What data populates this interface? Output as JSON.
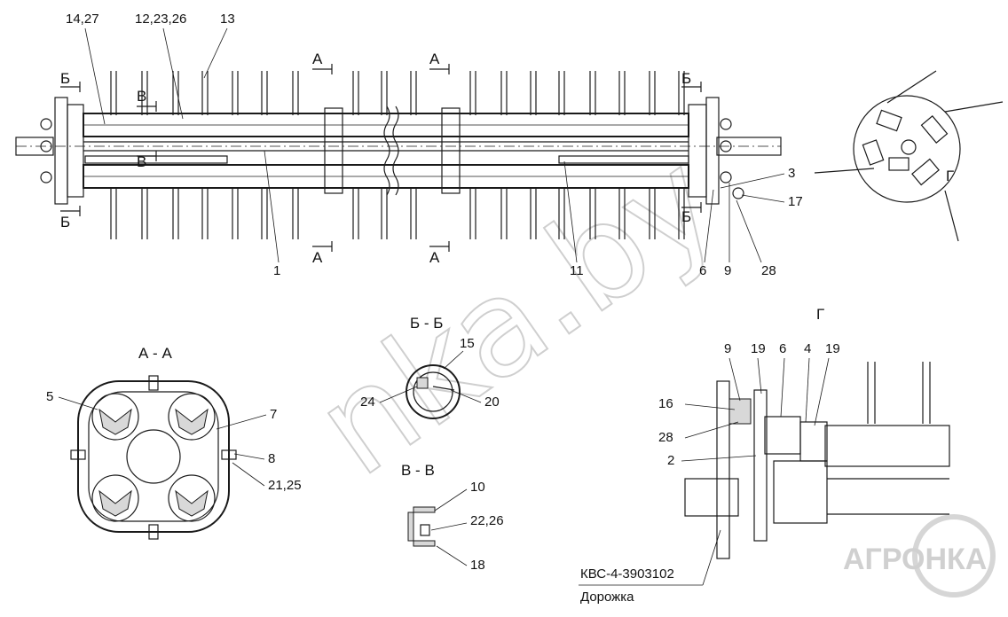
{
  "labels": {
    "top": [
      "14,27",
      "12,23,26",
      "13"
    ],
    "right": [
      "3",
      "17",
      "28",
      "9",
      "6"
    ],
    "bottom": [
      "1",
      "11"
    ],
    "aa": [
      "5",
      "7",
      "8",
      "21,25"
    ],
    "bb": [
      "15",
      "24",
      "20"
    ],
    "vv": [
      "10",
      "22,26",
      "18"
    ],
    "g": [
      "9",
      "19",
      "6",
      "4",
      "19",
      "16",
      "28",
      "2"
    ]
  },
  "section_marks": {
    "a": "А",
    "b": "Б",
    "v": "В",
    "g": "Г"
  },
  "section_titles": {
    "aa": "А - А",
    "bb": "Б - Б",
    "vv": "В - В",
    "g": "Г"
  },
  "callout": {
    "code": "КВС-4-3903102",
    "name": "Дорожка"
  },
  "watermark": {
    "text": "nka.by",
    "logo": "АГРОНКА"
  }
}
